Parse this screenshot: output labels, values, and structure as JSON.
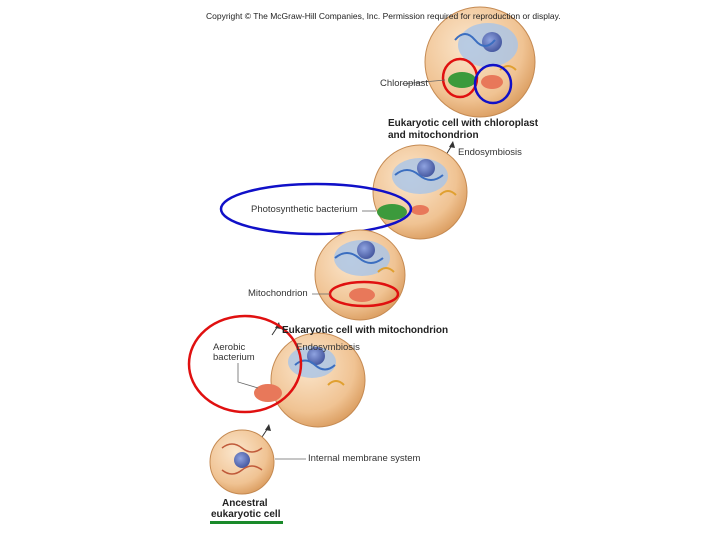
{
  "copyright": "Copyright © The McGraw-Hill Companies, Inc. Permission required for reproduction or display.",
  "labels": {
    "chloroplast": "Chloroplast",
    "euk_chloro_line1": "Eukaryotic cell with chloroplast",
    "euk_chloro_line2": "and mitochondrion",
    "endosymbiosis_top": "Endosymbiosis",
    "photosynthetic": "Photosynthetic bacterium",
    "mitochondrion": "Mitochondrion",
    "euk_mito": "Eukaryotic cell with mitochondrion",
    "aerobic_line1": "Aerobic",
    "aerobic_line2": "bacterium",
    "endosymbiosis_bottom": "Endosymbiosis",
    "internal_membrane": "Internal membrane system",
    "ancestral_line1": "Ancestral",
    "ancestral_line2": "eukaryotic cell"
  },
  "colors": {
    "red_highlight": "#e01010",
    "blue_highlight": "#1010c8",
    "green_underline": "#1a8a2a",
    "cell_fill": "#f2c9a0",
    "nucleus": "#5a6fb8",
    "mitochondrion": "#e8785a",
    "chloroplast": "#3c9a3c"
  }
}
